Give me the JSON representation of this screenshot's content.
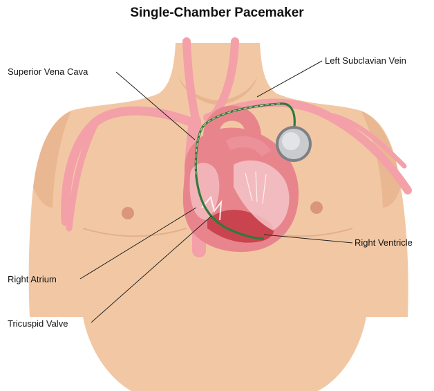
{
  "title": "Single-Chamber Pacemaker",
  "labels": {
    "superior_vena_cava": "Superior Vena Cava",
    "left_subclavian_vein": "Left Subclavian Vein",
    "right_ventricle": "Right Ventricle",
    "right_atrium": "Right Atrium",
    "tricuspid_valve": "Tricuspid Valve"
  },
  "colors": {
    "skin": "#f2c8a4",
    "skin_shadow": "#dea884",
    "vessel": "#f4a0a8",
    "heart": "#e8858c",
    "heart_inner": "#c9444f",
    "lead_wire": "#2e7a3a",
    "pacemaker": "#b8bcc0"
  }
}
